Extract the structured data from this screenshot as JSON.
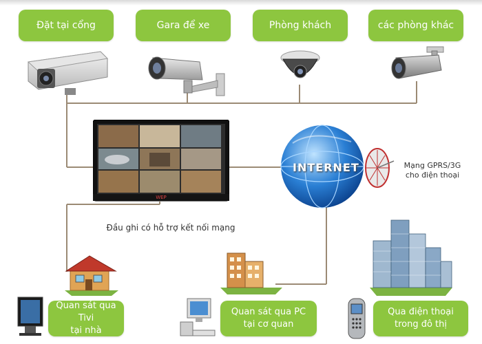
{
  "header": {
    "title_strip": ""
  },
  "cameras": [
    {
      "label": "Đặt tại cổng"
    },
    {
      "label": "Gara để xe"
    },
    {
      "label": "Phòng khách"
    },
    {
      "label": "các phòng khác"
    }
  ],
  "dvr": {
    "caption": "Đầu ghi có hỗ trợ kết nối mạng",
    "brand": "WEP"
  },
  "internet": {
    "label": "INTERNET",
    "mobile_caption_line1": "Mạng GPRS/3G",
    "mobile_caption_line2": "cho điện thoại"
  },
  "outputs": [
    {
      "line1": "Quan sát qua Tivi",
      "line2": "tại nhà"
    },
    {
      "line1": "Quan sát qua PC",
      "line2": "tại cơ quan"
    },
    {
      "line1": "Qua điện thoại",
      "line2": "trong đô thị"
    }
  ],
  "colors": {
    "pill": "#8dc63f",
    "line": "#9b8a74",
    "globe": "#2a7fd4"
  },
  "icons": [
    "box-camera-icon",
    "arm-camera-icon",
    "dome-camera-icon",
    "bullet-camera-icon",
    "dvr-monitor-icon",
    "internet-globe-icon",
    "satellite-dish-icon",
    "house-icon",
    "tv-icon",
    "buildings-icon",
    "pc-icon",
    "city-buildings-icon",
    "phone-icon"
  ]
}
